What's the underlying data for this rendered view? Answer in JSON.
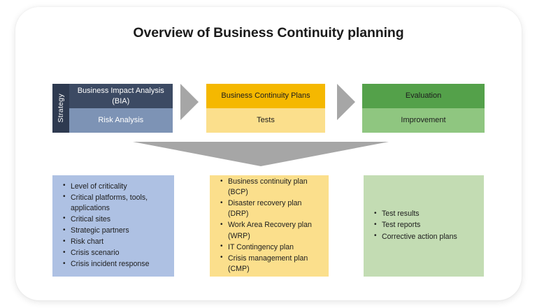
{
  "page": {
    "title": "Overview of Business Continuity planning",
    "background_color": "#ffffff",
    "card_color": "#ffffff"
  },
  "colors": {
    "strategy_strip": "#2e3a50",
    "strategy_dark": "#3c4a63",
    "strategy_light": "#7d93b5",
    "plans_dark": "#f5b800",
    "plans_light": "#fbdf8c",
    "eval_dark": "#54a14a",
    "eval_light": "#8fc680",
    "detail_strategy": "#aec1e3",
    "detail_plans": "#fbdf8c",
    "detail_eval": "#c3dcb3",
    "arrow_gray": "#a6a6a6"
  },
  "stages": [
    {
      "id": "strategy",
      "strip_label": "Strategy",
      "cells": [
        {
          "label": "Business Impact Analysis (BIA)",
          "bg": "#3c4a63",
          "fg": "#ffffff"
        },
        {
          "label": "Risk Analysis",
          "bg": "#7d93b5",
          "fg": "#ffffff"
        }
      ]
    },
    {
      "id": "plans",
      "strip_label": "",
      "cells": [
        {
          "label": "Business Continuity Plans",
          "bg": "#f5b800",
          "fg": "#1d1d1d"
        },
        {
          "label": "Tests",
          "bg": "#fbdf8c",
          "fg": "#1d1d1d"
        }
      ]
    },
    {
      "id": "evaluation",
      "strip_label": "",
      "cells": [
        {
          "label": "Evaluation",
          "bg": "#54a14a",
          "fg": "#1d1d1d"
        },
        {
          "label": "Improvement",
          "bg": "#8fc680",
          "fg": "#1d1d1d"
        }
      ]
    }
  ],
  "arrows": {
    "chevron_1": "right-chevron-arrow",
    "chevron_2": "right-chevron-arrow",
    "down": "down-arrow"
  },
  "details": [
    {
      "id": "strategy",
      "items": [
        "Level of criticality",
        "Critical platforms, tools, applications",
        "Critical sites",
        "Strategic partners",
        "Risk chart",
        "Crisis scenario",
        "Crisis incident response"
      ]
    },
    {
      "id": "plans",
      "items": [
        "Business continuity plan (BCP)",
        "Disaster recovery plan (DRP)",
        "Work Area Recovery plan (WRP)",
        "IT Contingency plan",
        "Crisis management plan (CMP)"
      ]
    },
    {
      "id": "evaluation",
      "items": [
        "Test results",
        "Test reports",
        "Corrective action plans"
      ]
    }
  ]
}
